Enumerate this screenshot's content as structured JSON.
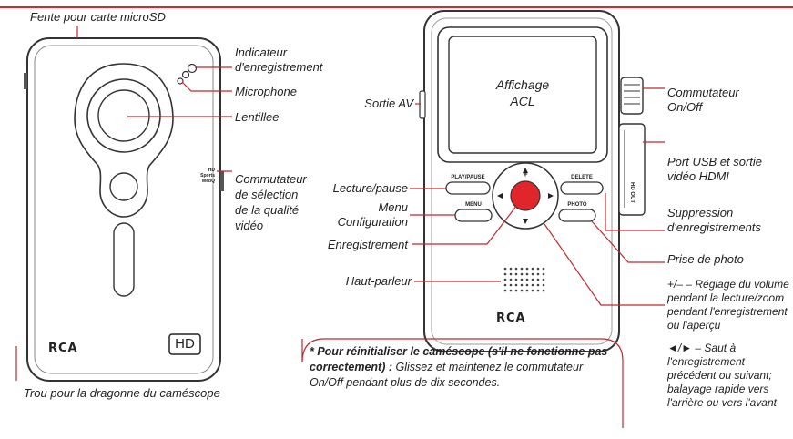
{
  "colors": {
    "accent": "#e0262b",
    "line": "#c0282d",
    "device_outline": "#333333"
  },
  "left_device": {
    "labels": {
      "microsd_slot": "Fente pour carte microSD",
      "record_indicator": "Indicateur\nd'enregistrement",
      "microphone": "Microphone",
      "lens": "Lentillee",
      "quality_switch": "Commutateur\nde sélection\nde la qualité\nvidéo",
      "strap_hole": "Trou pour la dragonne du caméscope"
    },
    "logo": "RCA",
    "hd_badge": "HD",
    "quality_modes": [
      "HD",
      "Sports",
      "WebQ"
    ]
  },
  "right_device": {
    "labels": {
      "lcd": "Affichage\nACL",
      "av_out": "Sortie AV",
      "play_pause": "Lecture/pause",
      "menu": "Menu\nConfiguration",
      "record": "Enregistrement",
      "speaker": "Haut-parleur",
      "power": "Commutateur\nOn/Off",
      "usb_hdmi": "Port USB et sortie\nvidéo HDMI",
      "delete": "Suppression\nd'enregistrements",
      "photo": "Prise de photo",
      "volume_zoom": "+/– – Réglage du volume\npendant la lecture/zoom\npendant l'enregistrement\nou l'aperçu",
      "skip": "◄/► – Saut à\nl'enregistrement\nprécédent ou suivant;\nbalayage rapide vers\nl'arrière ou vers l'avant"
    },
    "buttons": {
      "play_pause": "PLAY/PAUSE",
      "menu": "MENU",
      "delete": "DELETE",
      "photo": "PHOTO"
    },
    "port_label": "HD OUT",
    "logo": "RCA"
  },
  "reset_note": {
    "bold": "* Pour réinitialiser le caméscope (s'il ne fonctionne pas correctement) :",
    "text": " Glissez et maintenez le commutateur On/Off pendant plus de dix secondes."
  }
}
